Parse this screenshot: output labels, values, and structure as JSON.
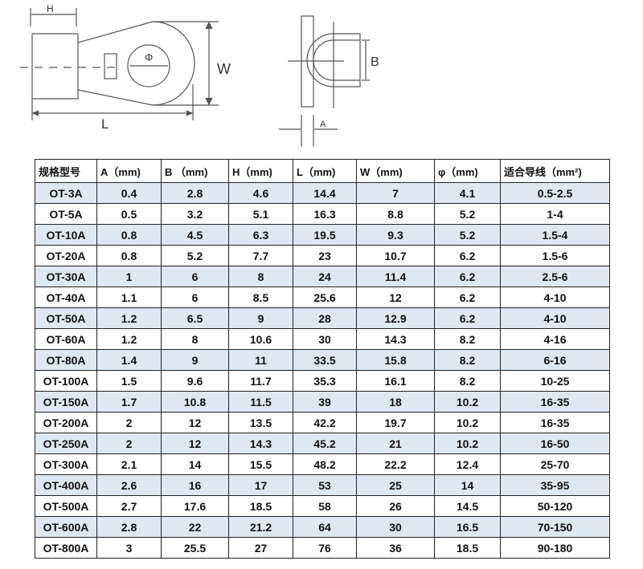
{
  "diagram": {
    "labels": {
      "H": "H",
      "W": "W",
      "L": "L",
      "phi": "Φ",
      "B": "B",
      "A": "A"
    }
  },
  "table": {
    "headers": [
      "规格型号",
      "A（mm)",
      "B （mm)",
      "H（mm)",
      "L（mm)",
      "W（mm)",
      "φ（mm)",
      "适合导线（mm²)"
    ],
    "rows": [
      [
        "OT-3A",
        "0.4",
        "2.8",
        "4.6",
        "14.4",
        "7",
        "4.1",
        "0.5-2.5"
      ],
      [
        "OT-5A",
        "0.5",
        "3.2",
        "5.1",
        "16.3",
        "8.8",
        "5.2",
        "1-4"
      ],
      [
        "OT-10A",
        "0.8",
        "4.5",
        "6.3",
        "19.5",
        "9.3",
        "5.2",
        "1.5-4"
      ],
      [
        "OT-20A",
        "0.8",
        "5.2",
        "7.7",
        "23",
        "10.7",
        "6.2",
        "1.5-6"
      ],
      [
        "OT-30A",
        "1",
        "6",
        "8",
        "24",
        "11.4",
        "6.2",
        "2.5-6"
      ],
      [
        "OT-40A",
        "1.1",
        "6",
        "8.5",
        "25.6",
        "12",
        "6.2",
        "4-10"
      ],
      [
        "OT-50A",
        "1.2",
        "6.5",
        "9",
        "28",
        "12.9",
        "6.2",
        "4-10"
      ],
      [
        "OT-60A",
        "1.2",
        "8",
        "10.6",
        "30",
        "14.3",
        "8.2",
        "4-16"
      ],
      [
        "OT-80A",
        "1.4",
        "9",
        "11",
        "33.5",
        "15.8",
        "8.2",
        "6-16"
      ],
      [
        "OT-100A",
        "1.5",
        "9.6",
        "11.7",
        "35.3",
        "16.1",
        "8.2",
        "10-25"
      ],
      [
        "OT-150A",
        "1.7",
        "10.8",
        "11.5",
        "39",
        "18",
        "10.2",
        "16-35"
      ],
      [
        "OT-200A",
        "2",
        "12",
        "13.5",
        "42.2",
        "19.7",
        "10.2",
        "16-35"
      ],
      [
        "OT-250A",
        "2",
        "12",
        "14.3",
        "45.2",
        "21",
        "10.2",
        "16-50"
      ],
      [
        "OT-300A",
        "2.1",
        "14",
        "15.5",
        "48.2",
        "22.2",
        "12.4",
        "25-70"
      ],
      [
        "OT-400A",
        "2.6",
        "16",
        "17",
        "53",
        "25",
        "14",
        "35-95"
      ],
      [
        "OT-500A",
        "2.7",
        "17.6",
        "18.5",
        "58",
        "26",
        "14.5",
        "50-120"
      ],
      [
        "OT-600A",
        "2.8",
        "22",
        "21.2",
        "64",
        "30",
        "16.5",
        "70-150"
      ],
      [
        "OT-800A",
        "3",
        "25.5",
        "27",
        "76",
        "36",
        "18.5",
        "90-180"
      ]
    ]
  }
}
